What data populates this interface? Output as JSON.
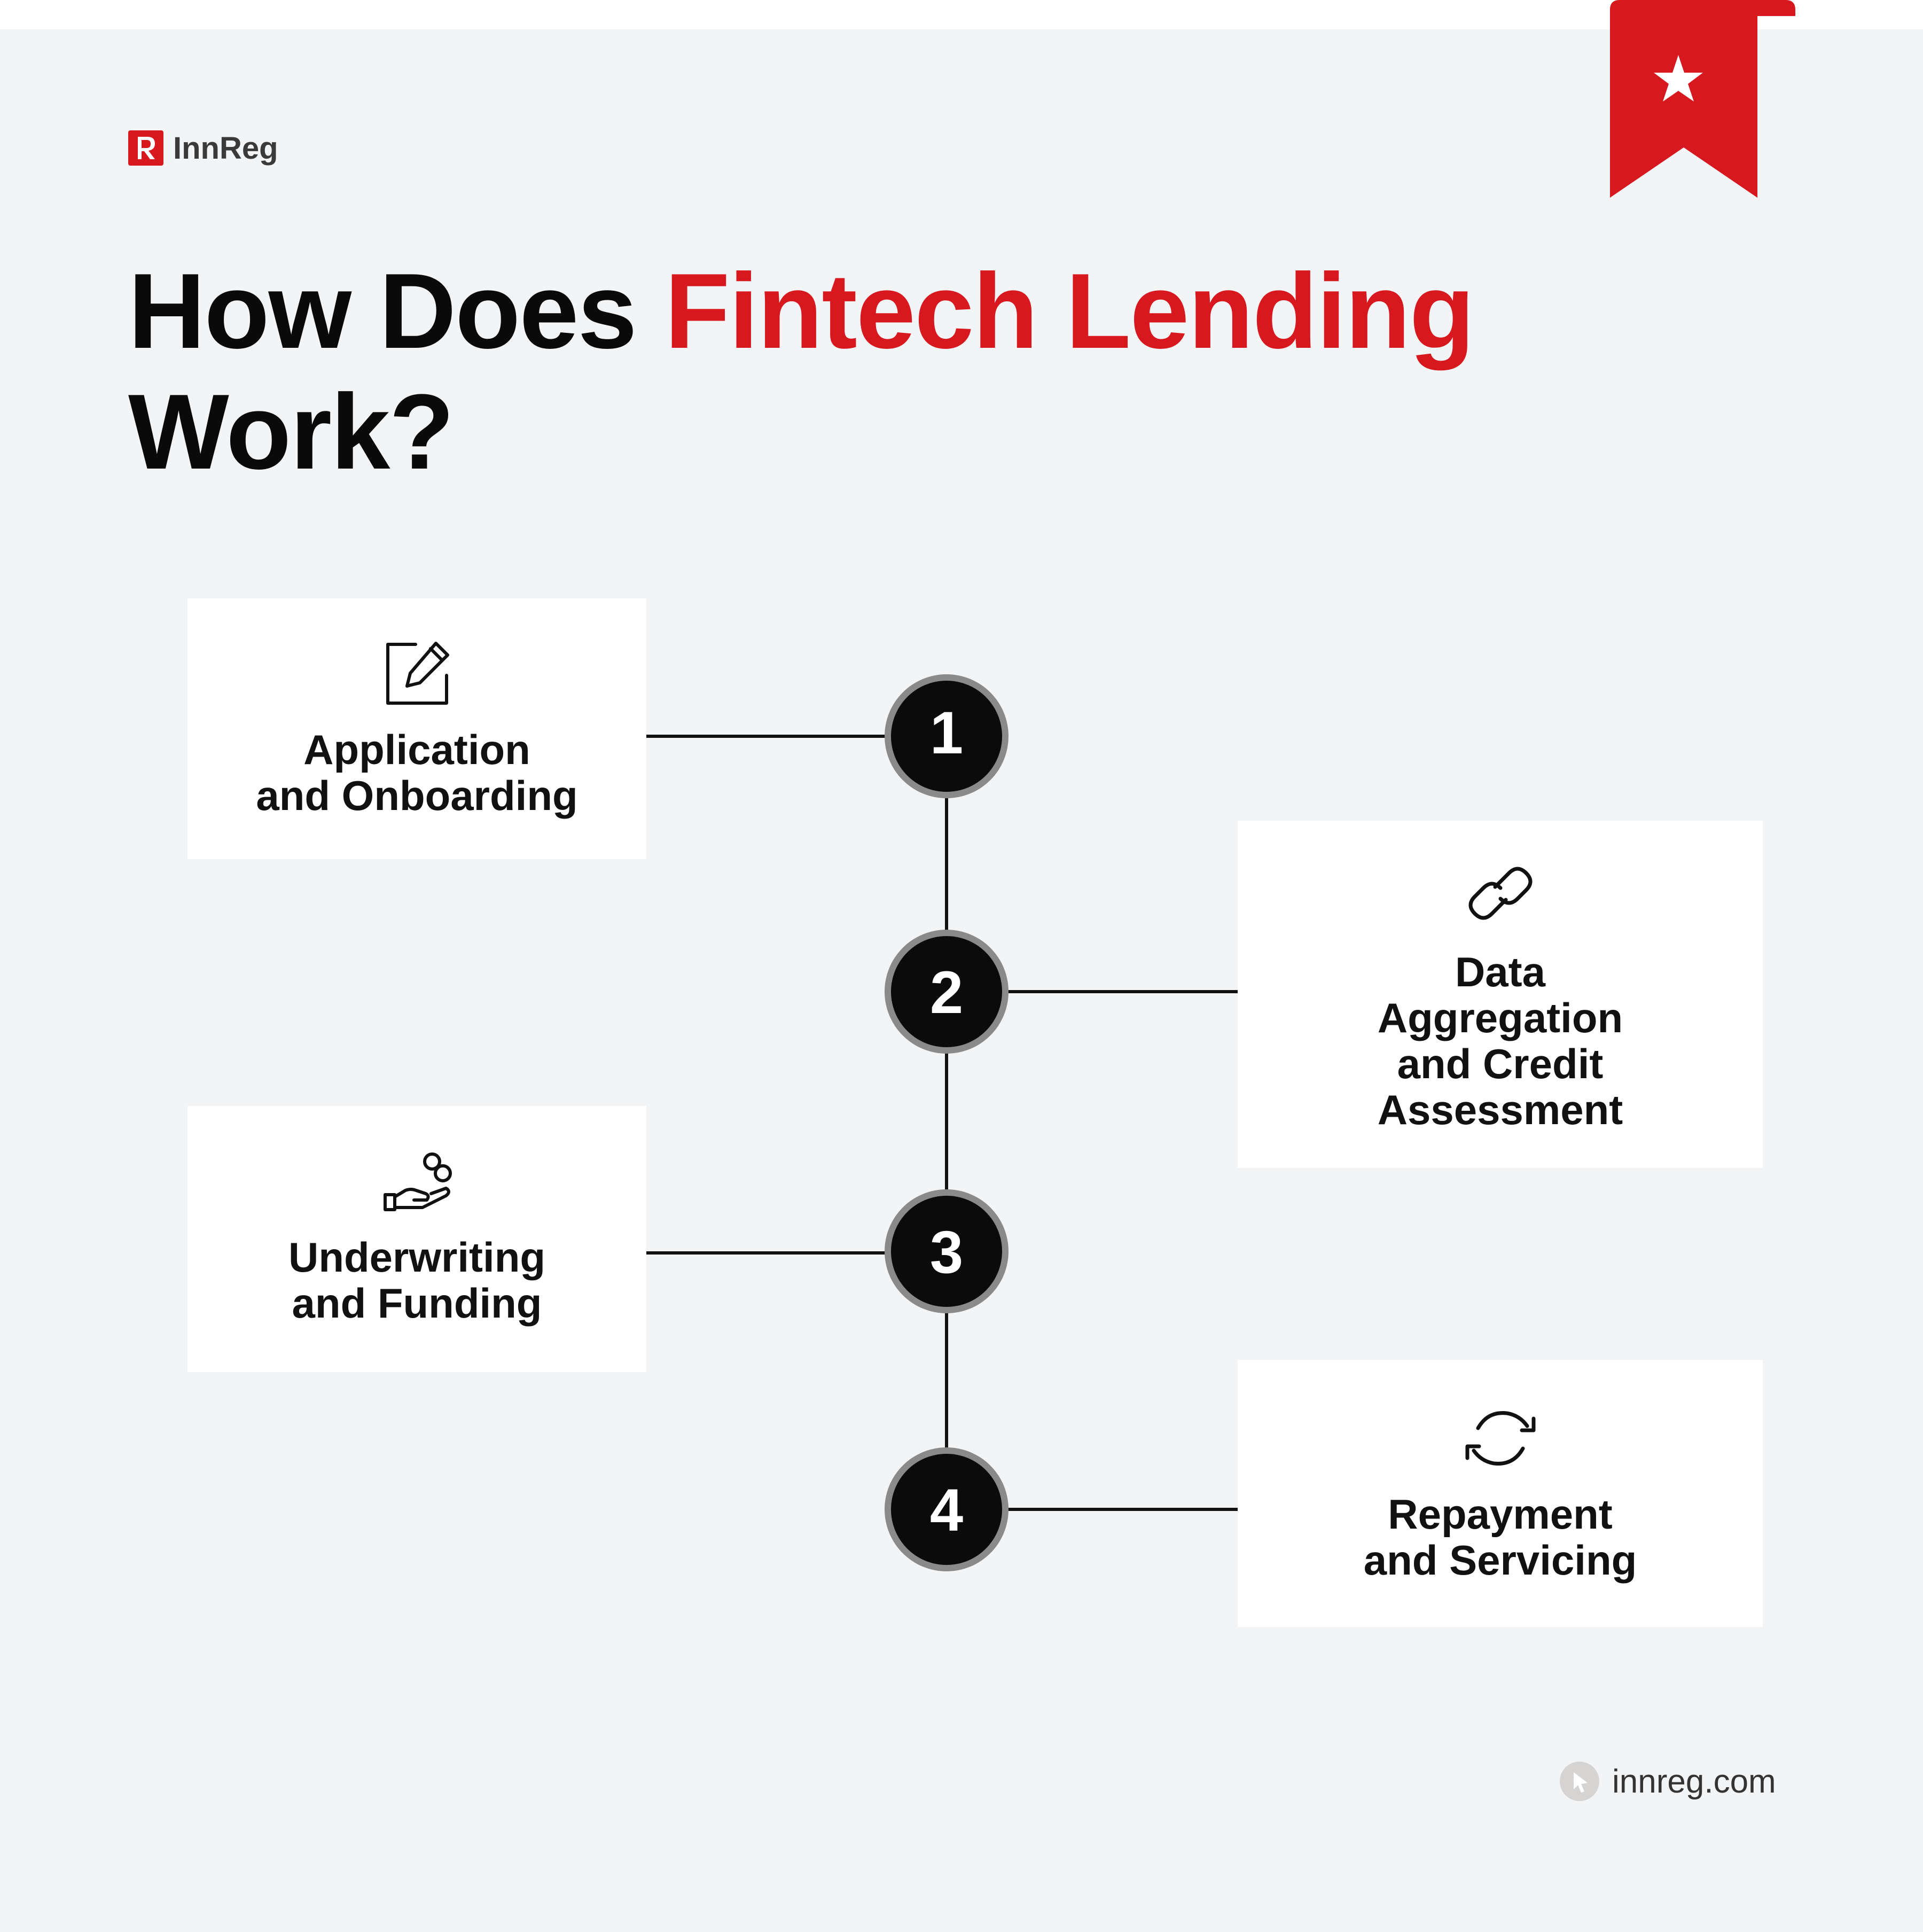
{
  "brand": {
    "name": "InnReg",
    "logo_letter": "R",
    "accent_color": "#d7181f",
    "website": "innreg.com"
  },
  "title": {
    "part1": "How Does ",
    "highlight": "Fintech Lending",
    "part2": "Work?"
  },
  "steps": [
    {
      "number": "1",
      "label": "Application\nand Onboarding",
      "icon": "edit-pencil-icon"
    },
    {
      "number": "2",
      "label": "Data\nAggregation\nand Credit\nAssessment",
      "icon": "link-chain-icon"
    },
    {
      "number": "3",
      "label": "Underwriting\nand Funding",
      "icon": "hand-coins-icon"
    },
    {
      "number": "4",
      "label": "Repayment\nand Servicing",
      "icon": "refresh-arrows-icon"
    }
  ],
  "decor": {
    "ribbon_icon": "star-icon",
    "footer_icon": "cursor-icon"
  }
}
